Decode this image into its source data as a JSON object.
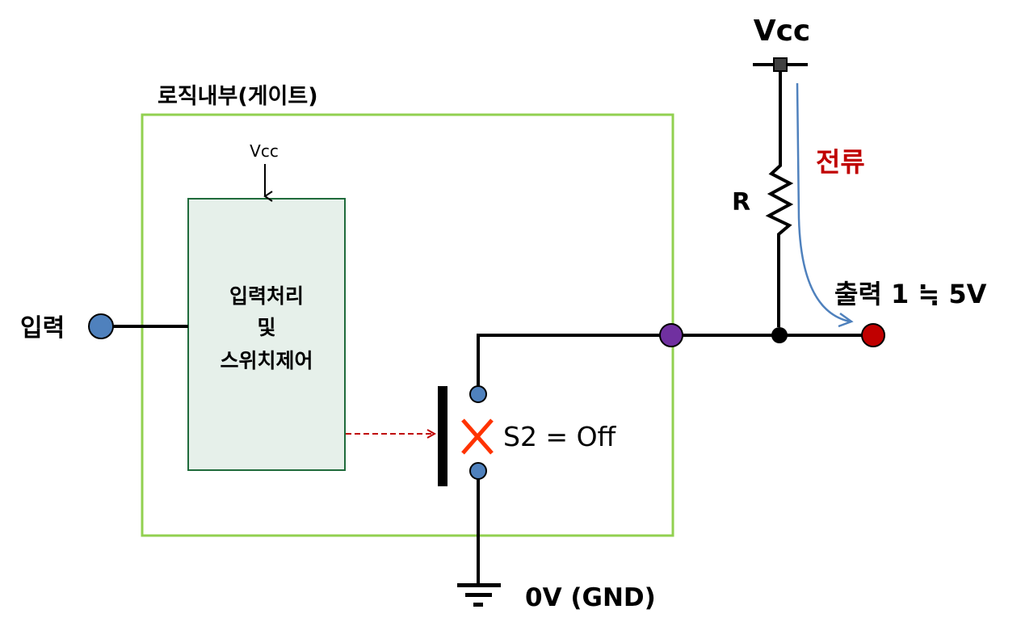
{
  "title": "로직내부(게이트)",
  "inner_block": {
    "line1": "입력처리",
    "line2": "및",
    "line3": "스위치제어",
    "vcc": "Vcc"
  },
  "input_label": "입력",
  "switch_label": "S2 = Off",
  "ground_label": "0V (GND)",
  "vcc_label": "Vcc",
  "resistor_label": "R",
  "current_label": "전류",
  "output_label": "출력 1 ≒ 5V",
  "colors": {
    "box": "#92d050",
    "inner_fill": "#e6f0ea",
    "inner_stroke": "#1f6b3b",
    "input_node": "#4f81bd",
    "purple_node": "#7030a0",
    "output_node": "#c00000",
    "switch_x": "#ff3300",
    "current": "#4f81bd",
    "current_text": "#c00000"
  }
}
